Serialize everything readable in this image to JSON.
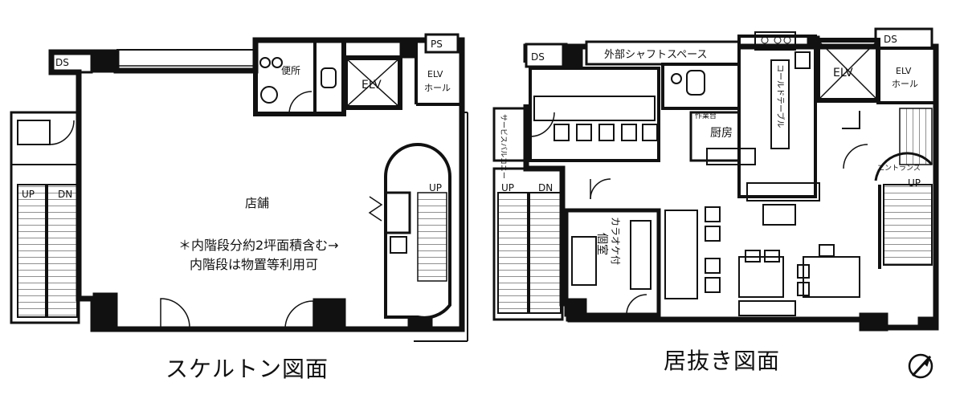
{
  "skeleton_plan": {
    "caption": "スケルトン図面",
    "labels": {
      "ds": "DS",
      "ps": "PS",
      "toilet": "便所",
      "elv": "ELV",
      "elv_hall_1": "ELV",
      "elv_hall_2": "ホール",
      "store": "店舗",
      "note_1": "＊内階段分約2坪面積含む→",
      "note_2": "内階段は物置等利用可",
      "up_left": "UP",
      "dn_left": "DN",
      "up_right": "UP"
    }
  },
  "furnished_plan": {
    "caption": "居抜き図面",
    "labels": {
      "ds_left": "DS",
      "ds_right": "DS",
      "shaft": "外部シャフトスペース",
      "elv": "ELV",
      "elv_hall_1": "ELV",
      "elv_hall_2": "ホール",
      "cold_table": "コールドテーブル",
      "work_table": "作業台",
      "kitchen": "厨房",
      "service_balcony": "サービスバルコニー",
      "entrance": "エントランス",
      "up_left": "UP",
      "dn_left": "DN",
      "up_right": "UP",
      "private_room_1": "個室",
      "private_room_2": "カラオケ付"
    }
  },
  "compass_icon": "compass-icon"
}
